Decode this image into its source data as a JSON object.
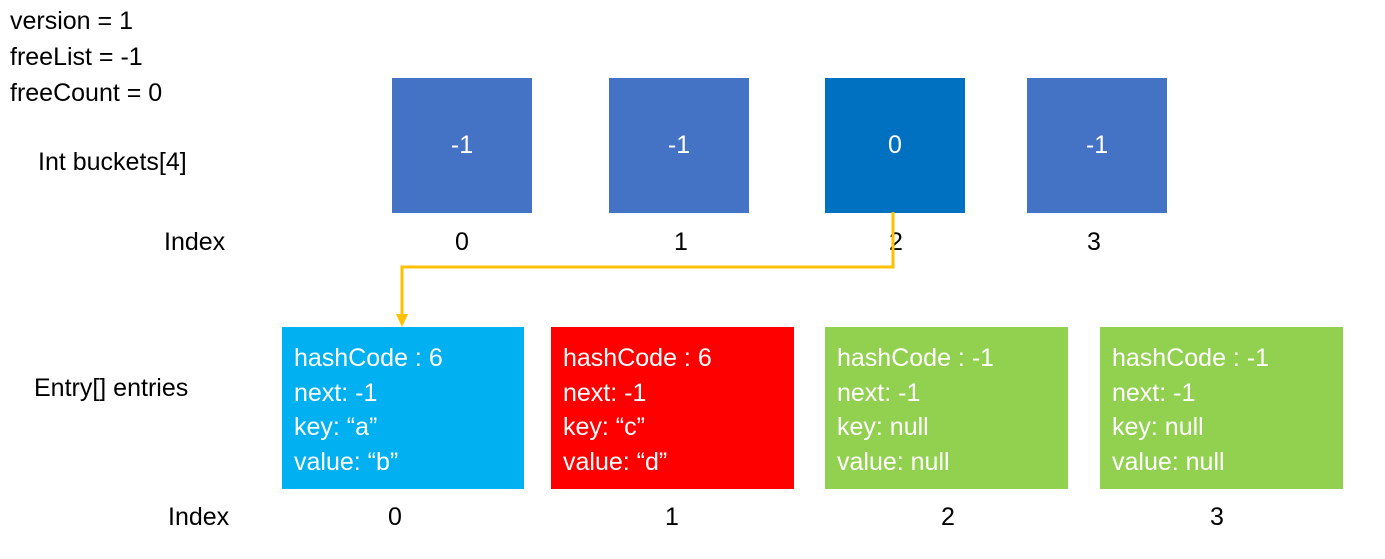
{
  "state": {
    "version": "version = 1",
    "freeList": "freeList = -1",
    "freeCount": "freeCount = 0"
  },
  "buckets": {
    "label": "Int buckets[4]",
    "index_label": "Index",
    "cells": [
      {
        "value": "-1",
        "index": "0",
        "color": "#4472c4"
      },
      {
        "value": "-1",
        "index": "1",
        "color": "#4472c4"
      },
      {
        "value": "0",
        "index": "2",
        "color": "#0070c0"
      },
      {
        "value": "-1",
        "index": "3",
        "color": "#4472c4"
      }
    ]
  },
  "entries": {
    "label": "Entry[] entries",
    "index_label": "Index",
    "cells": [
      {
        "index": "0",
        "color": "#00b0f0",
        "hashCode": "hashCode : 6",
        "next": "next: -1",
        "key": "key: “a”",
        "value": "value: “b”"
      },
      {
        "index": "1",
        "color": "#ff0000",
        "hashCode": "hashCode : 6",
        "next": "next: -1",
        "key": "key: “c”",
        "value": "value: “d”"
      },
      {
        "index": "2",
        "color": "#92d050",
        "hashCode": "hashCode : -1",
        "next": "next: -1",
        "key": "key: null",
        "value": "value: null"
      },
      {
        "index": "3",
        "color": "#92d050",
        "hashCode": "hashCode : -1",
        "next": "next: -1",
        "key": "key: null",
        "value": "value: null"
      }
    ]
  },
  "arrow": {
    "color": "#ffc000"
  }
}
